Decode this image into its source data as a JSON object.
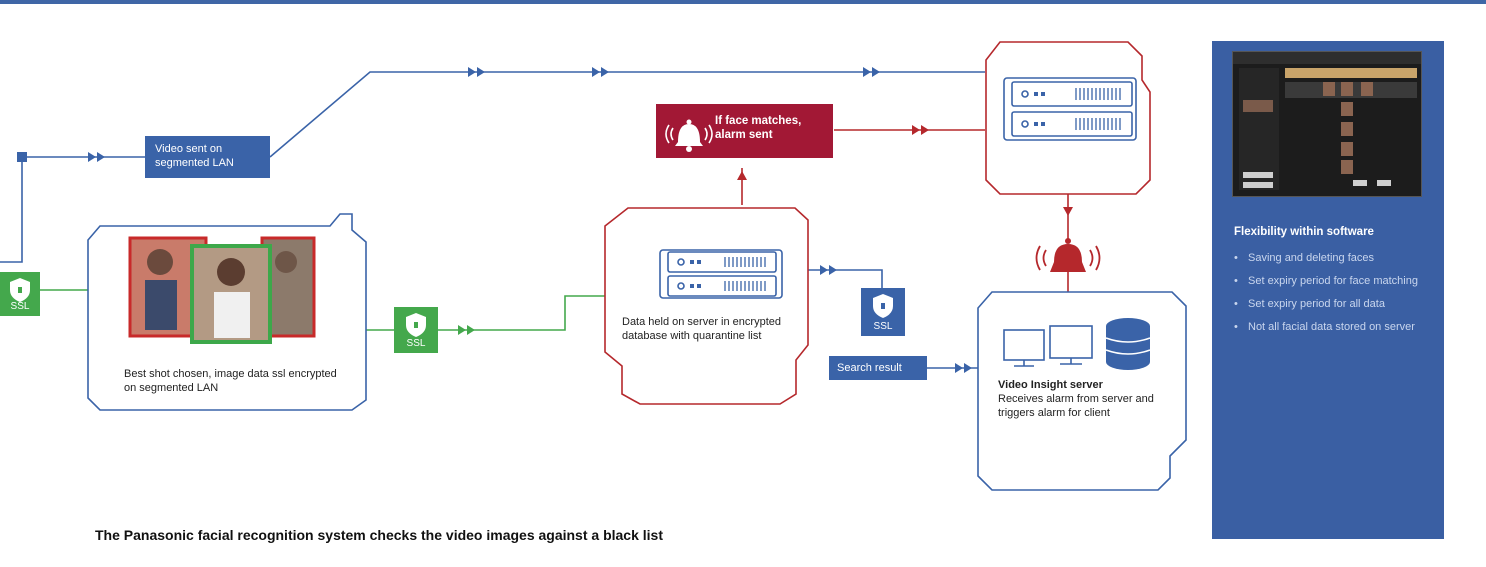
{
  "labels": {
    "video_sent": "Video sent on segmented LAN",
    "alarm": "If face matches, alarm sent",
    "ssl": "SSL",
    "best_shot": "Best shot chosen, image data ssl encrypted on segmented LAN",
    "data_held": "Data held on server in encrypted database with quarantine list",
    "search_result": "Search result",
    "vi_title": "Video Insight server",
    "vi_desc": "Receives alarm from server and triggers alarm for client"
  },
  "side_panel": {
    "title": "Flexibility within software",
    "items": [
      "Saving and deleting faces",
      "Set expiry period for face matching",
      "Set expiry period for all data",
      "Not all facial data stored on server"
    ]
  },
  "caption": "The Panasonic facial recognition system checks the video images against a black list",
  "colors": {
    "blue": "#3a63a8",
    "red": "#b5282c",
    "green": "#44a84c",
    "alarm": "#a21835",
    "panel": "#3a5fa3"
  }
}
